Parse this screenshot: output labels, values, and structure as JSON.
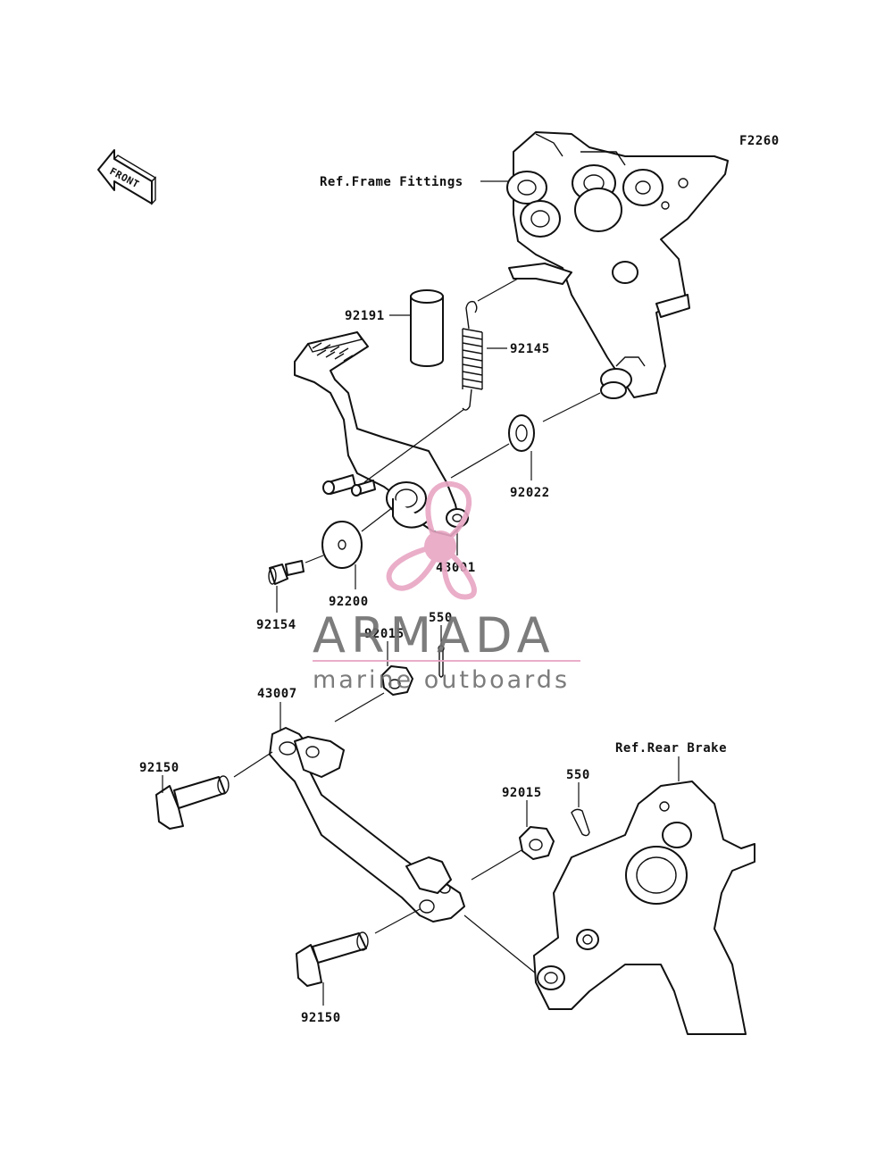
{
  "figure_code": "F2260",
  "front_marker": "FRONT",
  "references": {
    "frame": "Ref.Frame Fittings",
    "brake": "Ref.Rear Brake"
  },
  "parts": {
    "p92191": "92191",
    "p92145": "92145",
    "p92022": "92022",
    "p43001": "43001",
    "p92200": "92200",
    "p92154": "92154",
    "p550a": "550",
    "p92015a": "92015",
    "p43007": "43007",
    "p92150a": "92150",
    "p92015b": "92015",
    "p550b": "550",
    "p92150b": "92150"
  },
  "watermark": {
    "brand": "ARMADA",
    "tagline": "marine outboards",
    "logo_color": "#e8a6c4"
  }
}
